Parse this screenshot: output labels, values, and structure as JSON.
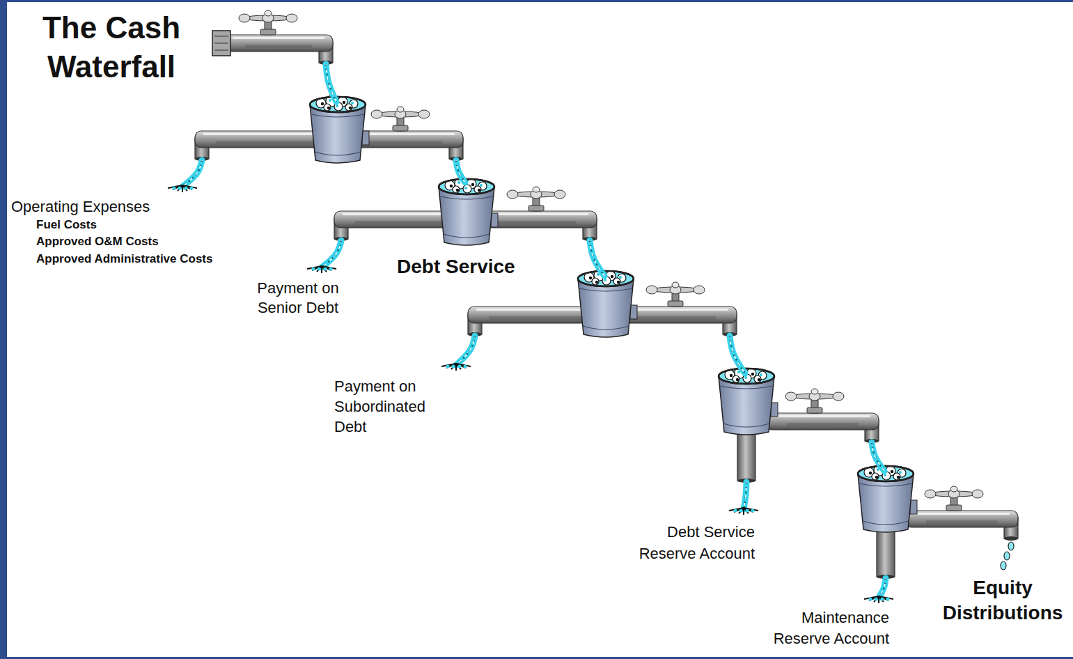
{
  "diagram": {
    "title": "The Cash Waterfall",
    "labels": [
      "Operating Expenses",
      "Fuel Costs",
      "Approved O&M Costs",
      "Approved Administrative Costs",
      "Debt Service",
      "Payment on Senior Debt",
      "Payment on Subordinated Debt",
      "Debt Service Reserve Account",
      "Maintenance Reserve Account",
      "Equity Distributions"
    ]
  }
}
